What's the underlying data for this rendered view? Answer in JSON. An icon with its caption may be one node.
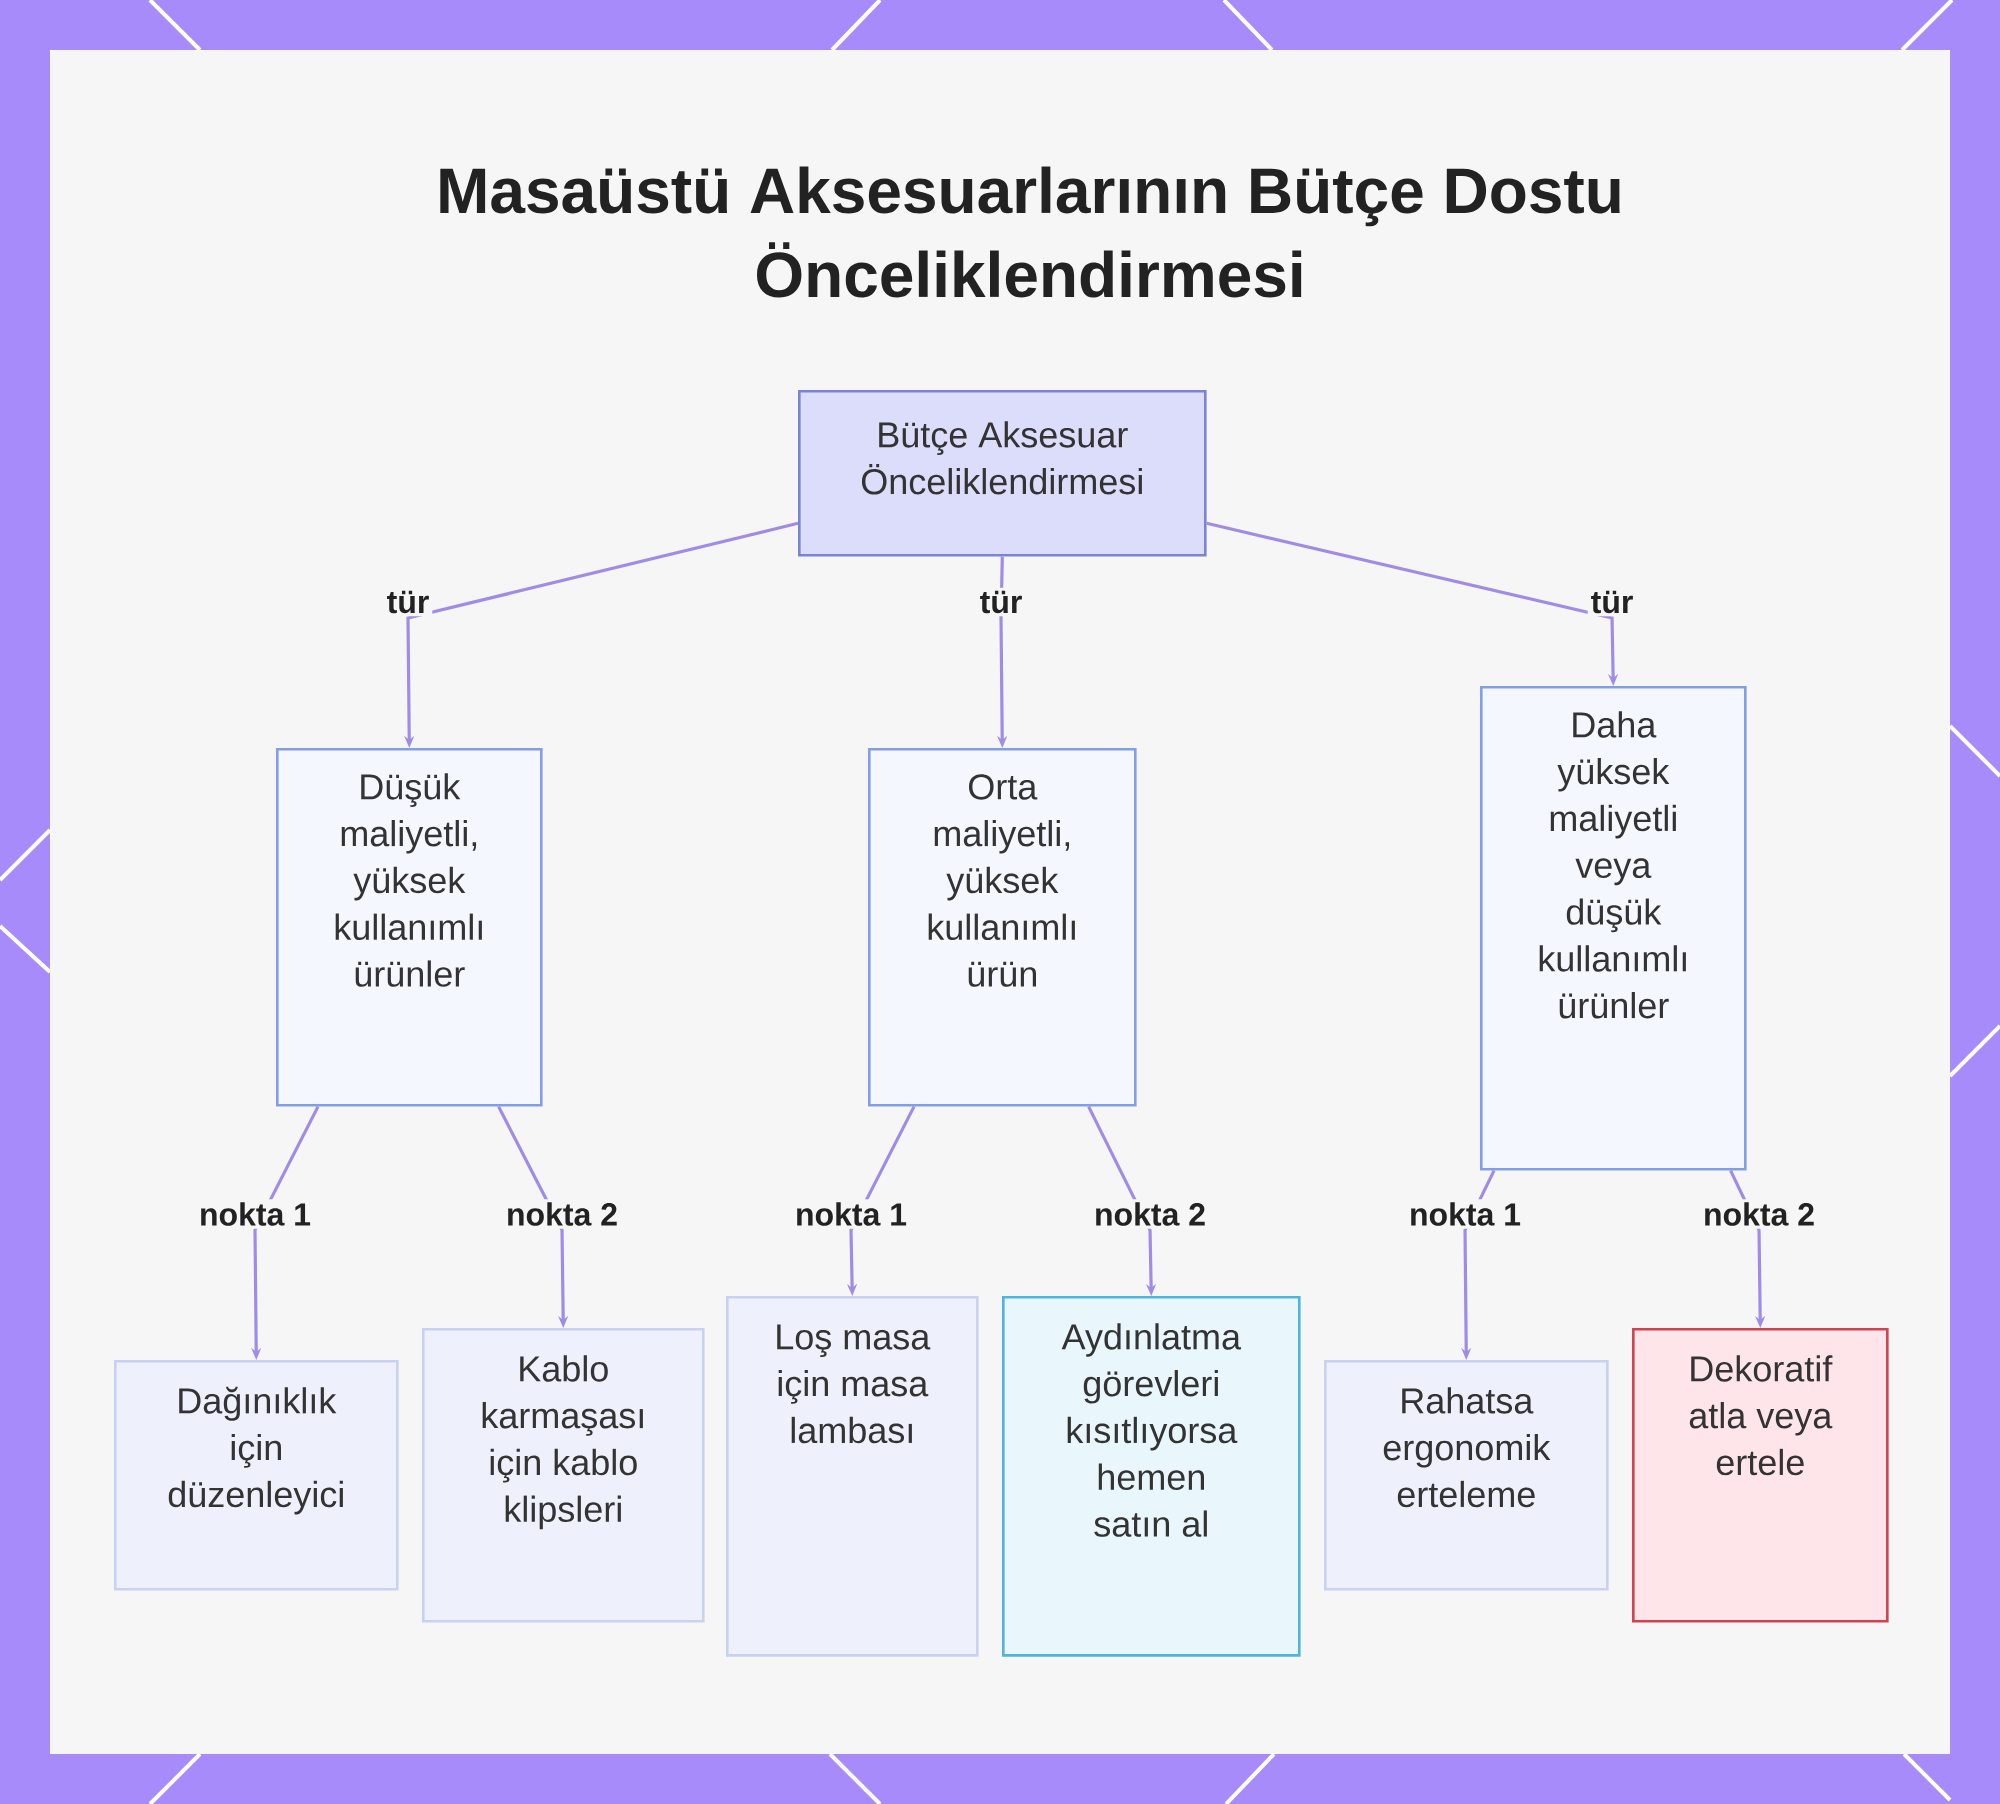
{
  "diagram": {
    "title": "Masaüstü Aksesuarlarının Bütçe Dostu Önceliklendirmesi",
    "nodes": [
      {
        "text": [
          "Bütçe Aksesuar Önceliklendirmesi"
        ]
      },
      {
        "text": [
          "Düşük maliyetli, yüksek kullanımlı ürünler"
        ]
      },
      {
        "text": [
          "Orta maliyetli, yüksek kullanımlı ürün"
        ]
      },
      {
        "text": [
          "Daha yüksek maliyetli veya düşük kullanımlı ürünler"
        ]
      },
      {
        "text": [
          "Dağınıklık için düzenleyici"
        ]
      },
      {
        "text": [
          "Kablo karmaşası için kablo klipsleri"
        ]
      },
      {
        "text": [
          "Loş masa için masa lambası"
        ]
      },
      {
        "text": [
          "Aydınlatma görevleri kısıtlıyorsa hemen satın al"
        ]
      },
      {
        "text": [
          "Rahatsa ergonomik erteleme"
        ]
      },
      {
        "text": [
          "Dekoratif atla veya ertele"
        ]
      }
    ],
    "edges": [
      {
        "from": 0,
        "to": 1,
        "arrow": "to",
        "label": "tür"
      },
      {
        "from": 0,
        "to": 2,
        "arrow": "to",
        "label": "tür"
      },
      {
        "from": 0,
        "to": 3,
        "arrow": "to",
        "label": "tür"
      },
      {
        "from": 1,
        "to": 4,
        "arrow": "to",
        "label": "nokta 1"
      },
      {
        "from": 1,
        "to": 5,
        "arrow": "to",
        "label": "nokta 2"
      },
      {
        "from": 2,
        "to": 6,
        "arrow": "to",
        "label": "nokta 1"
      },
      {
        "from": 2,
        "to": 7,
        "arrow": "to",
        "label": "nokta 2"
      },
      {
        "from": 3,
        "to": 8,
        "arrow": "to",
        "label": "nokta 1"
      },
      {
        "from": 3,
        "to": 9,
        "arrow": "to",
        "label": "nokta 2"
      }
    ]
  }
}
